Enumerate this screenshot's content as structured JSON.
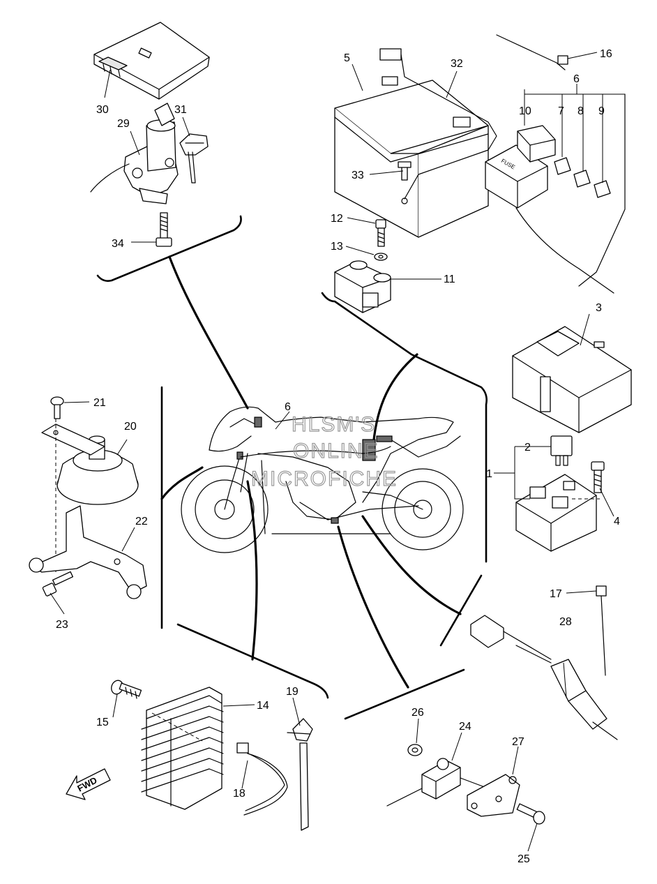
{
  "callouts": [
    "1",
    "2",
    "3",
    "4",
    "5",
    "6",
    "7",
    "8",
    "9",
    "10",
    "11",
    "12",
    "13",
    "14",
    "15",
    "16",
    "17",
    "18",
    "19",
    "20",
    "21",
    "22",
    "23",
    "24",
    "25",
    "26",
    "27",
    "28",
    "29",
    "30",
    "31",
    "32",
    "33",
    "34"
  ],
  "callout_6_center": "6",
  "watermark": [
    "HLSM'S",
    "ONLINE",
    "MICROFICHE"
  ],
  "fwd_label": "FWD",
  "fuse_label": "FUSE"
}
